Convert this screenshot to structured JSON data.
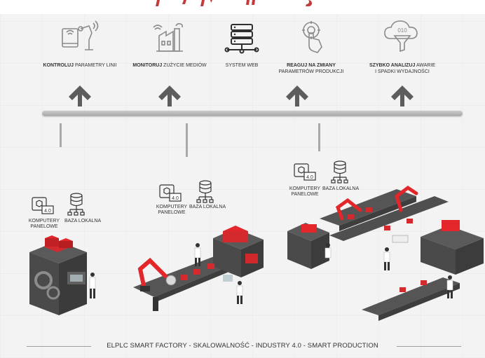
{
  "systems": [
    {
      "bold": "KONTROLUJ",
      "rest": " PARAMETRY LINII",
      "line2": "",
      "icon": "remote-robot-control-icon"
    },
    {
      "bold": "MONITORUJ",
      "rest": " ZUŻYCIE MEDIÓW",
      "line2": "",
      "icon": "factory-wifi-icon"
    },
    {
      "bold": "",
      "rest": "SYSTEM WEB",
      "line2": "",
      "icon": "server-network-icon"
    },
    {
      "bold": "REAGUJ NA ZMIANY",
      "rest": "",
      "line2": "PARAMETRÓW PRODUKCJI",
      "icon": "touch-gear-icon"
    },
    {
      "bold": "SZYBKO ANALIZUJ",
      "rest": " AWARIE",
      "line2": "I SPADKI WYDAJNOŚCI",
      "icon": "cloud-filter-data-icon"
    }
  ],
  "cloud_icon_text": "010",
  "stations": [
    {
      "panel_label": "KOMPUTERY PANELOWE",
      "panel_line1": "KOMPUTERY",
      "panel_line2": "PANELOWE",
      "db_label": "BAZA LOKALNA",
      "badge": "4.0"
    },
    {
      "panel_label": "KOMPUTERY PANELOWE",
      "panel_line1": "KOMPUTERY",
      "panel_line2": "PANELOWE",
      "db_label": "BAZA LOKALNA",
      "badge": "4.0"
    },
    {
      "panel_label": "KOMPUTERY PANELOWE",
      "panel_line1": "KOMPUTERY",
      "panel_line2": "PANELOWE",
      "db_label": "BAZA LOKALNA",
      "badge": "4.0"
    }
  ],
  "footer": "ELPLC SMART FACTORY - SKALOWALNOŚĆ - INDUSTRY 4.0 - SMART PRODUCTION",
  "colors": {
    "accent_red": "#e2262a",
    "dark_gray": "#4a4a4a",
    "icon_gray": "#8a8a8a",
    "bus_gray": "#b0b0b0"
  }
}
